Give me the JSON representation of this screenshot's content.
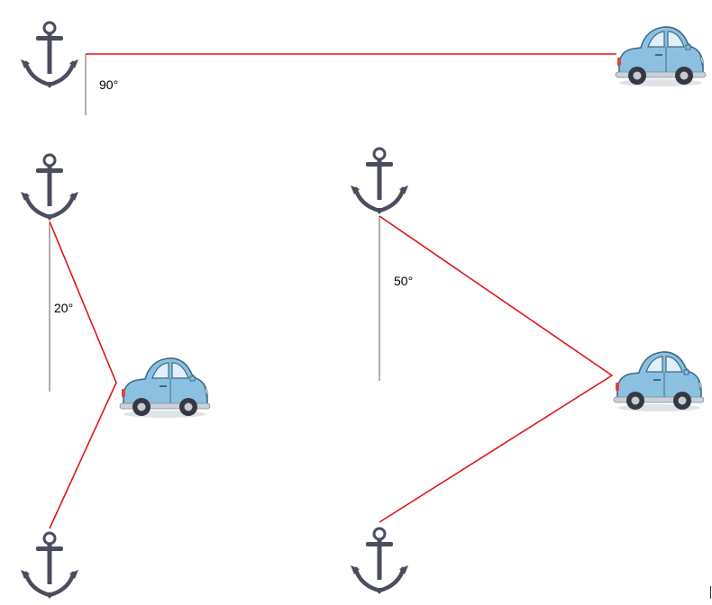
{
  "diagram": {
    "labels": {
      "top": "90°",
      "left": "20°",
      "right": "50°"
    },
    "colors": {
      "rope": "#e0141b",
      "vertical_reference": "#9a9a9a",
      "anchor": "#4a4e5c",
      "car_body": "#8cc0e0",
      "car_window": "#dff0fb",
      "wheel": "#333842"
    },
    "objects": {
      "anchors": [
        "anchor-icon",
        "anchor-icon",
        "anchor-icon",
        "anchor-icon",
        "anchor-icon"
      ],
      "cars": [
        "car-icon",
        "car-icon",
        "car-icon"
      ]
    }
  }
}
